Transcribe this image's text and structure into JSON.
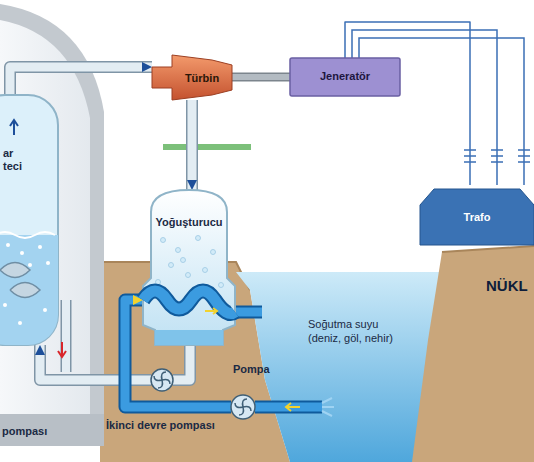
{
  "diagram": {
    "nodes": [
      {
        "text": [
          "ar teci"
        ]
      },
      {
        "text": [
          "Türbin"
        ]
      },
      {
        "text": [
          "Jeneratör"
        ]
      },
      {
        "text": [
          "Yoğuşturucu"
        ]
      },
      {
        "text": [
          "Trafo"
        ]
      },
      {
        "text": [
          "İkinci devre pompası"
        ]
      },
      {
        "text": [
          "Pompa"
        ]
      }
    ],
    "edges": [
      {
        "from": 0,
        "to": 1,
        "arrow": "to"
      },
      {
        "from": 1,
        "to": 2,
        "arrow": "none"
      },
      {
        "from": 1,
        "to": 3,
        "arrow": "to"
      },
      {
        "from": 2,
        "to": 4,
        "arrow": "none"
      },
      {
        "from": 3,
        "to": 5,
        "arrow": "none"
      },
      {
        "from": 5,
        "to": 0,
        "arrow": "to"
      },
      {
        "from": 6,
        "to": 3,
        "arrow": "to"
      }
    ],
    "labels": [
      "pompası",
      "NÜKL",
      "Soğutma suyu (deniz, göl, nehir)"
    ]
  }
}
